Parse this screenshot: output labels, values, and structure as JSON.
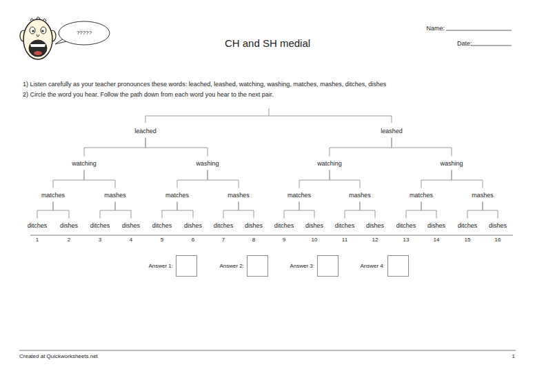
{
  "diagram": {
    "title": "CH and SH medial",
    "nodes": [
      {
        "text": [
          "?????"
        ]
      },
      {
        "text": [
          "leached"
        ]
      },
      {
        "text": [
          "leashed"
        ]
      },
      {
        "text": [
          "watching"
        ]
      },
      {
        "text": [
          "washing"
        ]
      },
      {
        "text": [
          "watching"
        ]
      },
      {
        "text": [
          "washing"
        ]
      },
      {
        "text": [
          "matches"
        ]
      },
      {
        "text": [
          "mashes"
        ]
      },
      {
        "text": [
          "matches"
        ]
      },
      {
        "text": [
          "mashes"
        ]
      },
      {
        "text": [
          "matches"
        ]
      },
      {
        "text": [
          "mashes"
        ]
      },
      {
        "text": [
          "matches"
        ]
      },
      {
        "text": [
          "mashes"
        ]
      },
      {
        "text": [
          "ditches"
        ]
      },
      {
        "text": [
          "dishes"
        ]
      },
      {
        "text": [
          "ditches"
        ]
      },
      {
        "text": [
          "dishes"
        ]
      },
      {
        "text": [
          "ditches"
        ]
      },
      {
        "text": [
          "dishes"
        ]
      },
      {
        "text": [
          "ditches"
        ]
      },
      {
        "text": [
          "dishes"
        ]
      },
      {
        "text": [
          "ditches"
        ]
      },
      {
        "text": [
          "dishes"
        ]
      },
      {
        "text": [
          "ditches"
        ]
      },
      {
        "text": [
          "dishes"
        ]
      },
      {
        "text": [
          "ditches"
        ]
      },
      {
        "text": [
          "dishes"
        ]
      },
      {
        "text": [
          "ditches"
        ]
      },
      {
        "text": [
          "dishes"
        ]
      },
      {
        "text": [
          "Answer 1:"
        ]
      },
      {
        "text": [
          "Answer 2:"
        ]
      },
      {
        "text": [
          "Answer 3:"
        ]
      },
      {
        "text": [
          "Answer 4:"
        ]
      }
    ],
    "edges": [
      {
        "from": 1,
        "to": 3,
        "arrow": "none"
      },
      {
        "from": 1,
        "to": 4,
        "arrow": "none"
      },
      {
        "from": 2,
        "to": 5,
        "arrow": "none"
      },
      {
        "from": 2,
        "to": 6,
        "arrow": "none"
      },
      {
        "from": 3,
        "to": 7,
        "arrow": "none"
      },
      {
        "from": 3,
        "to": 8,
        "arrow": "none"
      },
      {
        "from": 4,
        "to": 9,
        "arrow": "none"
      },
      {
        "from": 4,
        "to": 10,
        "arrow": "none"
      },
      {
        "from": 5,
        "to": 11,
        "arrow": "none"
      },
      {
        "from": 5,
        "to": 12,
        "arrow": "none"
      },
      {
        "from": 6,
        "to": 13,
        "arrow": "none"
      },
      {
        "from": 6,
        "to": 14,
        "arrow": "none"
      },
      {
        "from": 7,
        "to": 15,
        "arrow": "none"
      },
      {
        "from": 7,
        "to": 16,
        "arrow": "none"
      },
      {
        "from": 8,
        "to": 17,
        "arrow": "none"
      },
      {
        "from": 8,
        "to": 18,
        "arrow": "none"
      },
      {
        "from": 9,
        "to": 19,
        "arrow": "none"
      },
      {
        "from": 9,
        "to": 20,
        "arrow": "none"
      },
      {
        "from": 10,
        "to": 21,
        "arrow": "none"
      },
      {
        "from": 10,
        "to": 22,
        "arrow": "none"
      },
      {
        "from": 11,
        "to": 23,
        "arrow": "none"
      },
      {
        "from": 11,
        "to": 24,
        "arrow": "none"
      },
      {
        "from": 12,
        "to": 25,
        "arrow": "none"
      },
      {
        "from": 12,
        "to": 26,
        "arrow": "none"
      },
      {
        "from": 13,
        "to": 27,
        "arrow": "none"
      },
      {
        "from": 13,
        "to": 28,
        "arrow": "none"
      },
      {
        "from": 14,
        "to": 29,
        "arrow": "none"
      },
      {
        "from": 14,
        "to": 30,
        "arrow": "none"
      }
    ],
    "labels": [
      "Name:",
      "Date:",
      "1) Listen carefully as your teacher pronounces these words: leached, leashed, watching, washing, matches, mashes, ditches, dishes",
      "2) Circle the word you hear. Follow the path down from each word you hear to the next pair.",
      "1",
      "2",
      "3",
      "4",
      "5",
      "6",
      "7",
      "8",
      "9",
      "10",
      "11",
      "12",
      "13",
      "14",
      "15",
      "16",
      "Created at Quickworksheets.net",
      "1"
    ]
  }
}
